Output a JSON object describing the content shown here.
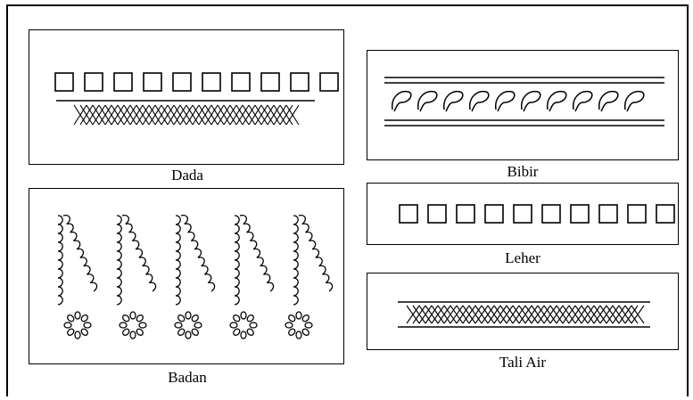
{
  "panels": {
    "dada": {
      "caption": "Dada",
      "squares": 10
    },
    "bibir": {
      "caption": "Bibir",
      "leaves": 10
    },
    "leher": {
      "caption": "Leher",
      "squares": 10
    },
    "badan": {
      "caption": "Badan",
      "vines": 5,
      "flowers": 5
    },
    "tali_air": {
      "caption": "Tali Air"
    }
  }
}
